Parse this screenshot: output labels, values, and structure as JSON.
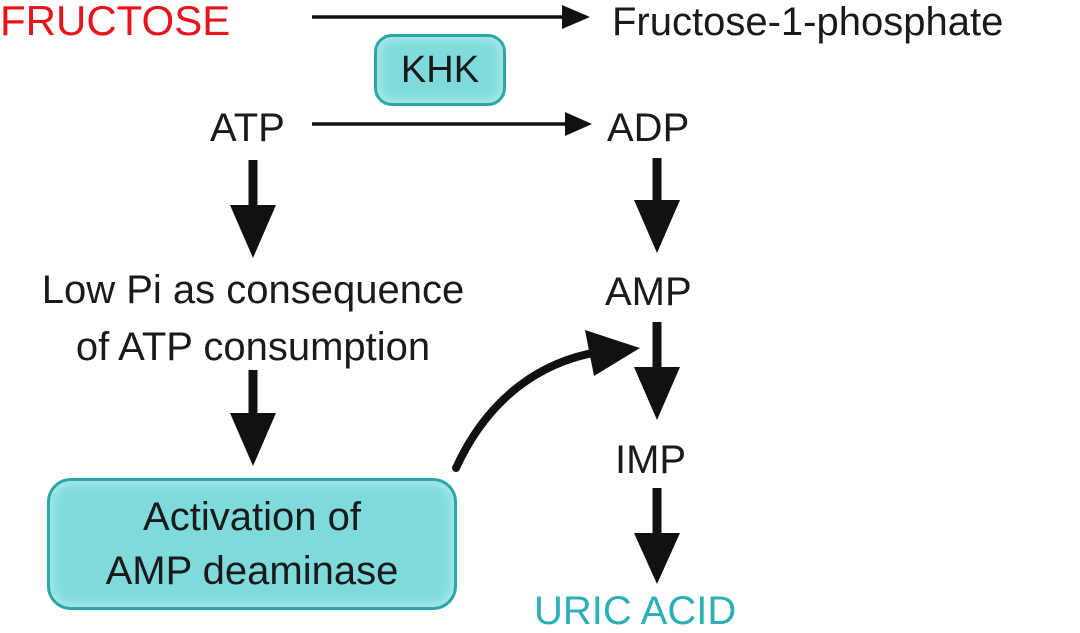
{
  "nodes": {
    "fructose": "FRUCTOSE",
    "fructose_1_phosphate": "Fructose-1-phosphate",
    "khk": "KHK",
    "atp": "ATP",
    "adp": "ADP",
    "low_pi_line1": "Low Pi as consequence",
    "low_pi_line2": "of ATP consumption",
    "amp": "AMP",
    "imp": "IMP",
    "amp_deaminase_line1": "Activation of",
    "amp_deaminase_line2": "AMP deaminase",
    "uric_acid": "URIC ACID"
  },
  "colors": {
    "fructose": "#e8141c",
    "uric_acid": "#2ab0b6",
    "box_fill": "#7fdbdb",
    "box_border": "#2aa7aa",
    "arrow": "#111111"
  }
}
